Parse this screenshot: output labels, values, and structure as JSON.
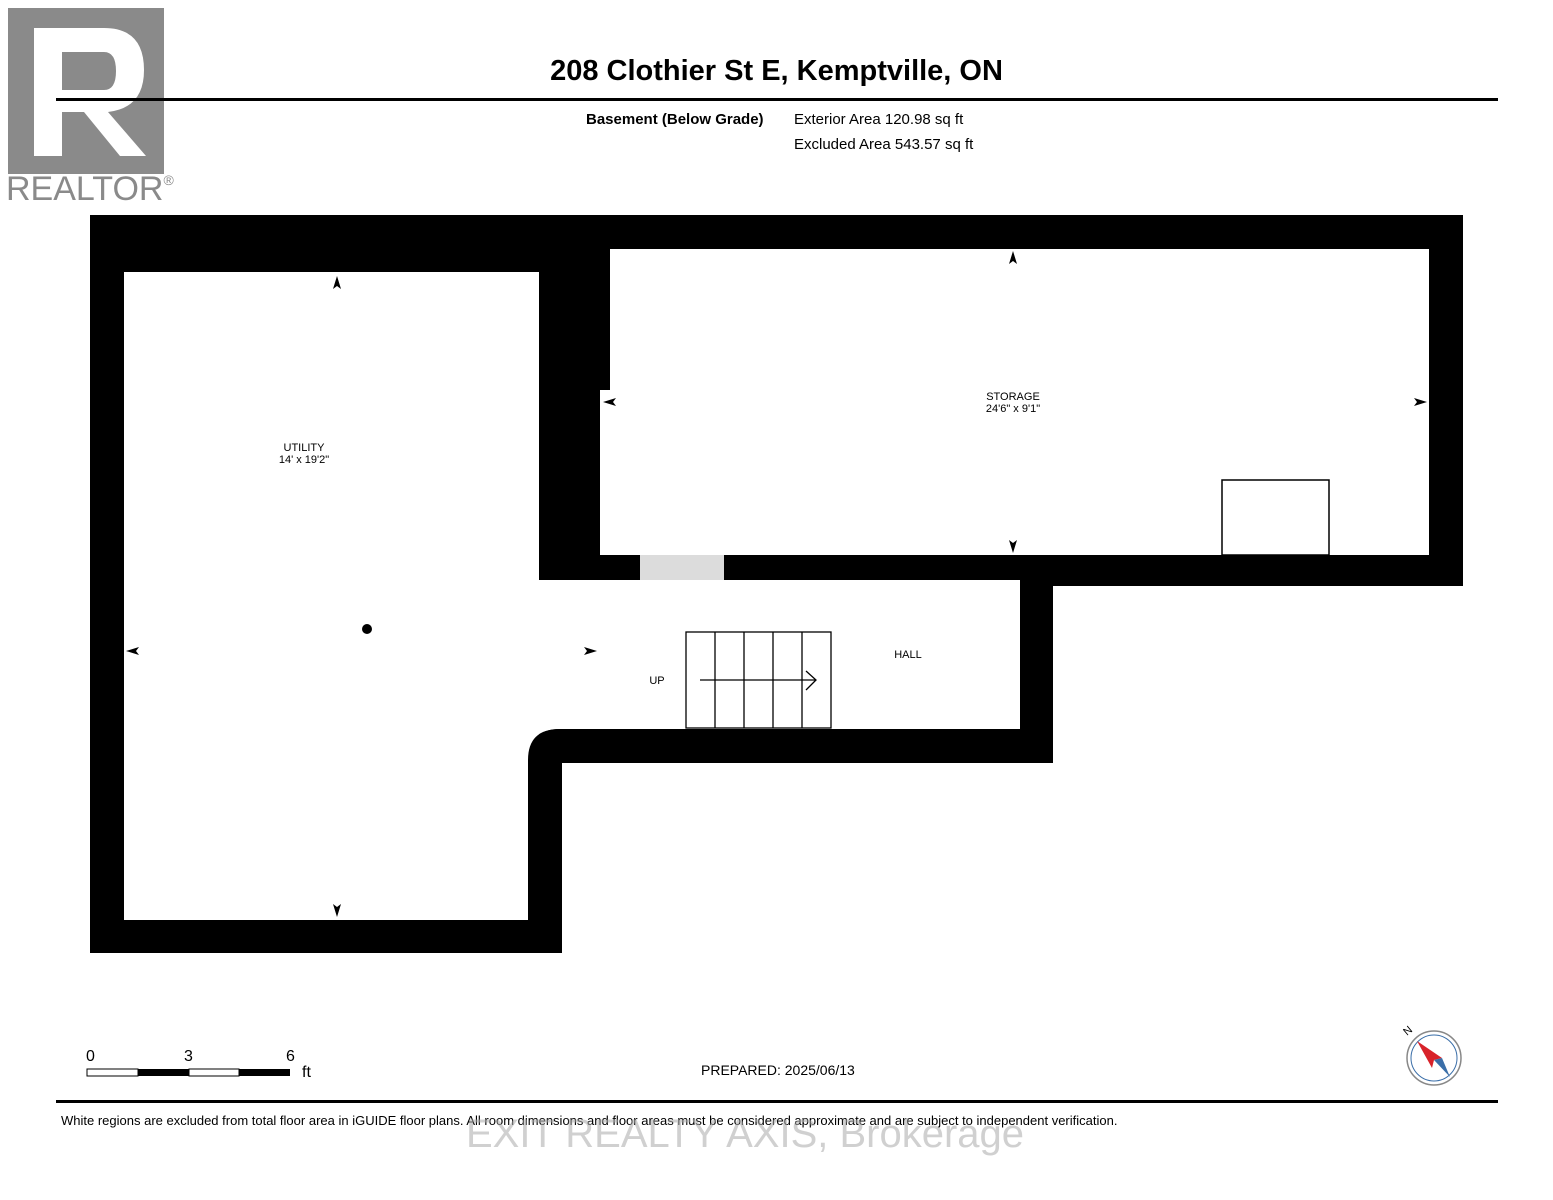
{
  "logo": {
    "brand": "REALTOR",
    "mark": "®"
  },
  "header": {
    "title": "208 Clothier St E, Kemptville, ON",
    "floor_label": "Basement (Below Grade)",
    "exterior_area": "Exterior Area 120.98 sq ft",
    "excluded_area": "Excluded Area 543.57 sq ft"
  },
  "rooms": {
    "utility": {
      "name": "UTILITY",
      "dims": "14' x 19'2\""
    },
    "storage": {
      "name": "STORAGE",
      "dims": "24'6\" x 9'1\""
    },
    "hall": {
      "name": "HALL"
    },
    "stairs": {
      "label": "UP"
    }
  },
  "scale_bar": {
    "ticks": [
      "0",
      "3",
      "6"
    ],
    "unit": "ft"
  },
  "compass": {
    "north_label": "N"
  },
  "footer": {
    "prepared": "PREPARED: 2025/06/13",
    "disclaimer": "White regions are excluded from total floor area in iGUIDE floor plans. All room dimensions and floor areas must be considered approximate and are subject to independent verification.",
    "watermark": "EXIT REALTY AXIS, Brokerage"
  },
  "colors": {
    "wall": "#000000",
    "logo_gray": "#8a8a8a",
    "door_gray": "#dcdcdc"
  }
}
